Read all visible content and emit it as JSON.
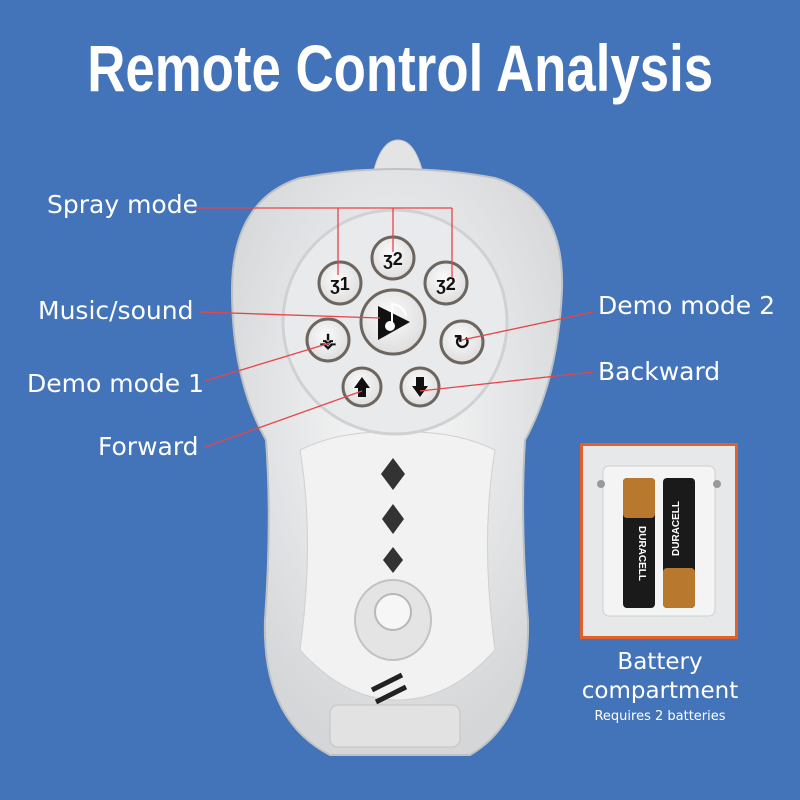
{
  "title": "Remote Control Analysis",
  "labels": {
    "spray_mode": "Spray mode",
    "music_sound": "Music/sound",
    "demo_mode_1": "Demo mode 1",
    "forward": "Forward",
    "demo_mode_2": "Demo mode 2",
    "backward": "Backward"
  },
  "battery": {
    "title_line1": "Battery",
    "title_line2": "compartment",
    "note": "Requires 2 batteries",
    "brand": "DURACELL"
  },
  "colors": {
    "background": "#4373b9",
    "pointer_line": "#e8454a",
    "battery_border": "#e0612a"
  }
}
